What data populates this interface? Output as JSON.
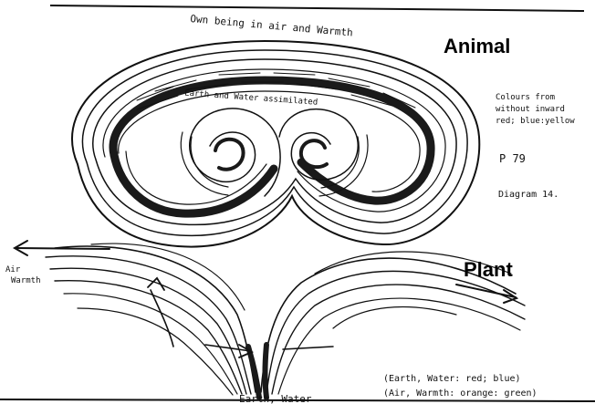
{
  "labels": {
    "animal_title": "Animal",
    "plant_title": "Plant",
    "animal_top": "Own being in air and Warmth",
    "animal_inner": "Earth and Water assimilated",
    "colours_line1": "Colours from",
    "colours_line2": "without inward",
    "colours_line3": "red; blue:yellow",
    "page_ref": "P 79",
    "diagram_ref": "Diagram 14.",
    "air": "Air",
    "warmth": "Warmth",
    "earth_water": "Earth, Water",
    "legend_line1": "(Earth, Water: red; blue)",
    "legend_line2": "(Air, Warmth: orange: green)"
  },
  "colors": {
    "ink": "#111111",
    "paper": "#ffffff"
  }
}
